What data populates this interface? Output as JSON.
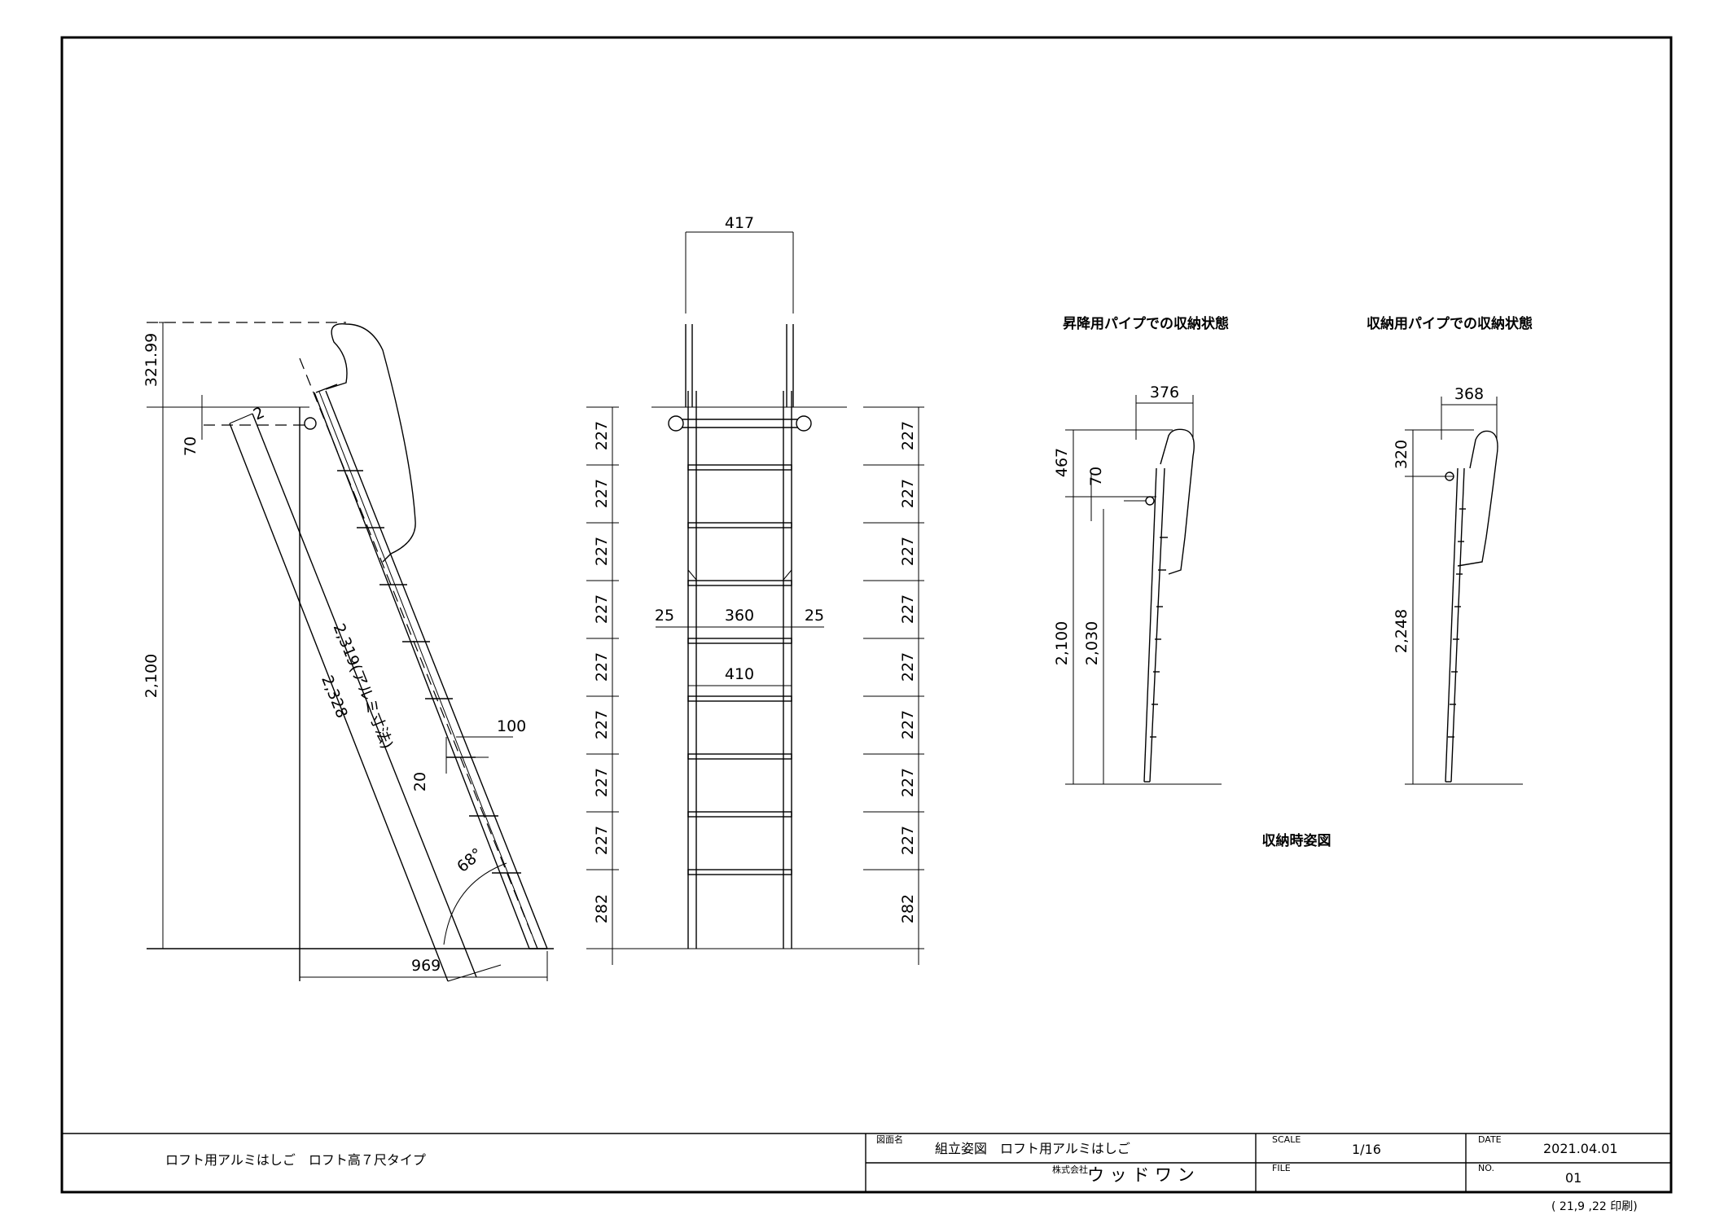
{
  "side_view": {
    "dims": {
      "top_offset": "321.99",
      "seventy": "70",
      "height": "2,100",
      "diag_alu": "2,319(アルミ寸法)",
      "diag_total": "2,328",
      "step_depth": "100",
      "step_thk": "20",
      "angle": "68°",
      "base": "969",
      "small": "2"
    }
  },
  "front_view": {
    "dims": {
      "top_width": "417",
      "left_pad": "25",
      "inner": "360",
      "right_pad": "25",
      "outer": "410",
      "pitches": [
        "227",
        "227",
        "227",
        "227",
        "227",
        "227",
        "227",
        "227",
        "282"
      ]
    }
  },
  "stored_views": {
    "title_left": "昇降用パイプでの収納状態",
    "title_right": "収納用パイプでの収納状態",
    "caption": "収納時姿図",
    "left_dims": {
      "width": "376",
      "top": "467",
      "seventy": "70",
      "total": "2,100",
      "inner": "2,030"
    },
    "right_dims": {
      "width": "368",
      "top": "320",
      "total": "2,248"
    }
  },
  "title_block": {
    "description": "ロフト用アルミはしご　ロフト高７尺タイプ",
    "drawing_label": "図面名",
    "drawing_name": "組立姿図　ロフト用アルミはしご",
    "company_prefix": "株式会社",
    "company": "ウ ッ ド ワ ン",
    "scale_label": "SCALE",
    "scale": "1/16",
    "date_label": "DATE",
    "date": "2021.04.01",
    "file_label": "FILE",
    "no_label": "NO.",
    "no": "01",
    "print_note": "( 21,9 ,22 印刷)"
  }
}
